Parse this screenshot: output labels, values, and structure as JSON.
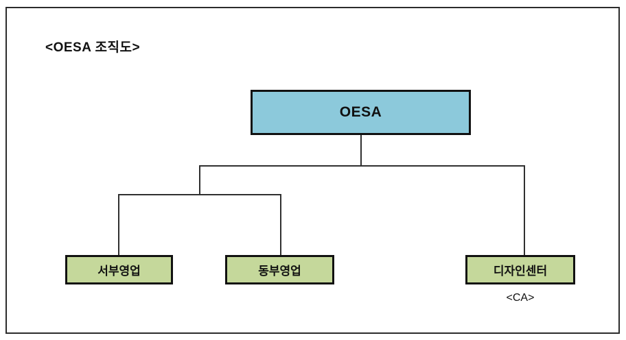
{
  "document": {
    "title": "<OESA 조직도>"
  },
  "org_chart": {
    "root": {
      "label": "OESA",
      "fill": "#8cc9db",
      "border": "#111111"
    },
    "children": [
      {
        "label": "서부영업",
        "fill": "#c5d89b",
        "border": "#111111",
        "caption": ""
      },
      {
        "label": "동부영업",
        "fill": "#c5d89b",
        "border": "#111111",
        "caption": ""
      },
      {
        "label": "디자인센터",
        "fill": "#c5d89b",
        "border": "#111111",
        "caption": "<CA>"
      }
    ],
    "frame_color": "#2b2b2b",
    "connector_color": "#2f2f2f",
    "background": "#ffffff"
  }
}
